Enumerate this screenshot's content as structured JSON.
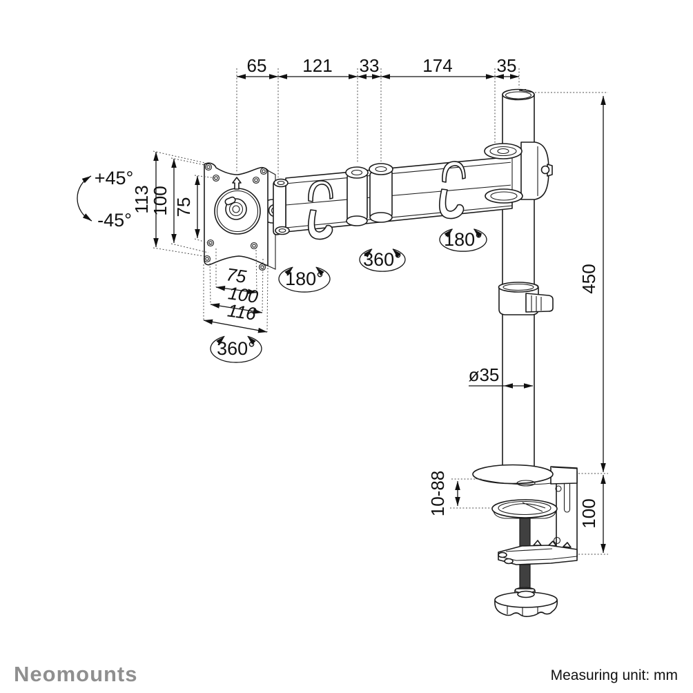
{
  "title": "Desk mount technical drawing",
  "footer": {
    "brand": "Neomounts",
    "measuring_unit": "Measuring unit: mm"
  },
  "colors": {
    "line": "#1a1a1a",
    "dotted_line": "#4a4a4a",
    "brand_gray": "#8f8f8f",
    "thread_fill": "#404040",
    "background": "#ffffff"
  },
  "dimensions": {
    "top_chain": [
      "65",
      "121",
      "33",
      "174",
      "35"
    ],
    "vesa_vertical": {
      "outer": "113",
      "middle": "100",
      "inner": "75"
    },
    "vesa_horizontal": {
      "inner": "75",
      "middle": "100",
      "outer": "116"
    },
    "pole_height": "450",
    "pole_diameter": "ø35",
    "clamp_thickness_range": "10-88",
    "clamp_bracket_height": "100"
  },
  "rotations": {
    "tilt_up": "+45°",
    "tilt_down": "-45°",
    "vesa_spin": "360°",
    "joint_left": "180°",
    "joint_middle": "360°",
    "joint_right": "180°"
  }
}
